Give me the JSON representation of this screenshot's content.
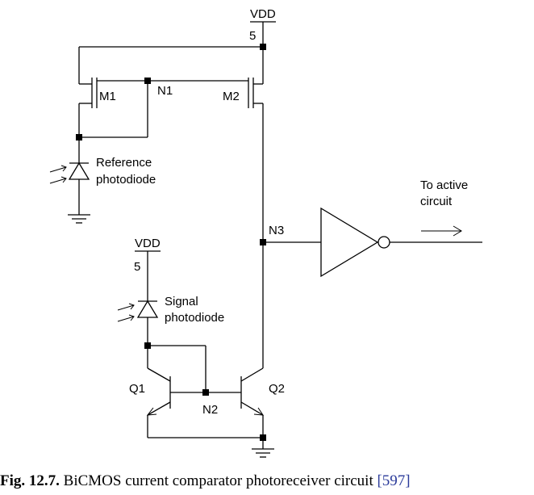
{
  "labels": {
    "vdd_top": "VDD",
    "vdd_top_value": "5",
    "vdd_bottom": "VDD",
    "vdd_bottom_value": "5",
    "m1": "M1",
    "m2": "M2",
    "n1": "N1",
    "n2": "N2",
    "n3": "N3",
    "q1": "Q1",
    "q2": "Q2",
    "ref_photodiode_line1": "Reference",
    "ref_photodiode_line2": "photodiode",
    "sig_photodiode_line1": "Signal",
    "sig_photodiode_line2": "photodiode",
    "output_line1": "To active",
    "output_line2": "circuit"
  },
  "caption": {
    "figure_number": "Fig. 12.7.",
    "text": "BiCMOS current comparator photoreceiver circuit",
    "reference": "[597]"
  }
}
